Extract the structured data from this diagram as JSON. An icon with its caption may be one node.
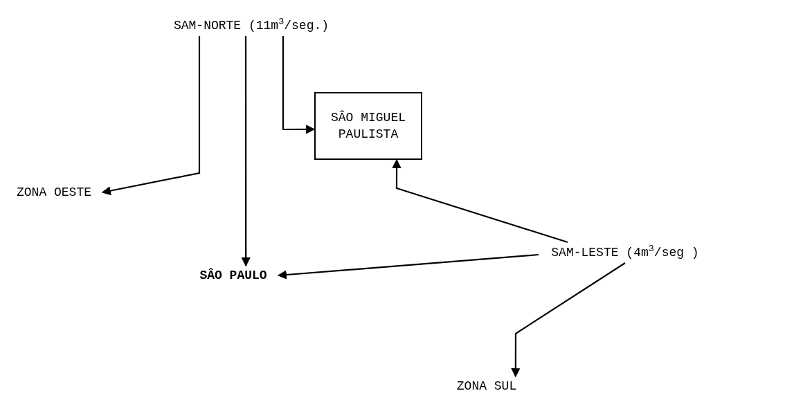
{
  "diagram": {
    "nodes": [
      {
        "text": [
          "SAM-NORTE (11m$^{3}$/seg.)"
        ]
      },
      {
        "text": [
          "SÂO MIGUEL PAULISTA"
        ]
      },
      {
        "text": [
          "ZONA OESTE"
        ]
      },
      {
        "text": [
          "SÂO PAULO"
        ]
      },
      {
        "text": [
          "SAM-LESTE (4m$^{3}$/seg )"
        ]
      },
      {
        "text": [
          "ZONA SUL"
        ]
      }
    ],
    "edges": [
      {
        "from": 0,
        "to": 2,
        "arrow": "to"
      },
      {
        "from": 0,
        "to": 3,
        "arrow": "to"
      },
      {
        "from": 0,
        "to": 1,
        "arrow": "to"
      },
      {
        "from": 4,
        "to": 1,
        "arrow": "to"
      },
      {
        "from": 4,
        "to": 3,
        "arrow": "to"
      },
      {
        "from": 4,
        "to": 5,
        "arrow": "to"
      }
    ]
  }
}
